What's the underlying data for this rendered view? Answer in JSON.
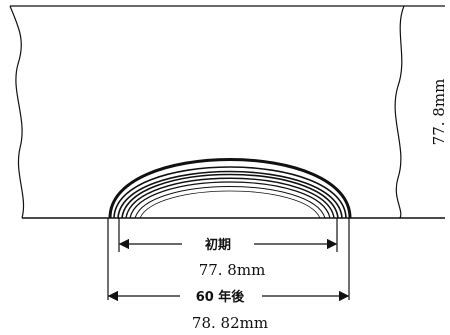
{
  "annotations": {
    "height_label": "77. 8mm",
    "initial_label": "初期",
    "initial_value": "77. 8mm",
    "after_label": "60 年後",
    "after_value": "78. 82mm"
  }
}
